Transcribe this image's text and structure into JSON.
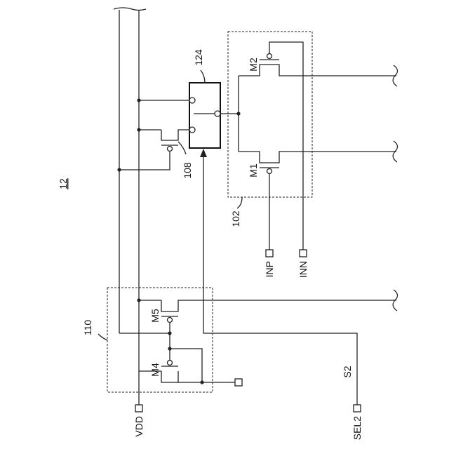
{
  "figure_number": "12",
  "block_labels": {
    "switch": "124",
    "diff_pair": "102",
    "pmos_108": "108",
    "block_110": "110"
  },
  "transistors": {
    "m1": "M1",
    "m2": "M2",
    "m4": "M4",
    "m5": "M5"
  },
  "pins": {
    "vdd": "VDD",
    "sel2": "SEL2",
    "inp": "INP",
    "inn": "INN"
  },
  "signals": {
    "s2": "S2"
  }
}
